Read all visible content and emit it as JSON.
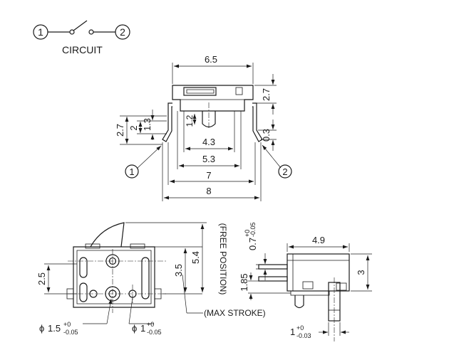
{
  "circuit": {
    "label": "CIRCUIT",
    "pin1": "1",
    "pin2": "2"
  },
  "top_view": {
    "dim_6_5": "6.5",
    "dim_2_7_right": "2.7",
    "dim_2_7_left": "2.7",
    "dim_2": "2",
    "dim_1_3": "1.3",
    "dim_1_2": "1.2",
    "dim_4_3": "4.3",
    "dim_5_3": "5.3",
    "dim_7": "7",
    "dim_8": "8",
    "dim_0_3": "0.3",
    "callout_1": "1",
    "callout_2": "2"
  },
  "bottom_left": {
    "dim_2_5": "2.5",
    "dim_3_5": "3.5",
    "dim_5_4": "5.4",
    "free_position": "(FREE POSITION)",
    "max_stroke": "(MAX STROKE)",
    "hole_big_phi": "ϕ",
    "hole_big_nom": "1.5",
    "hole_big_tol_up": "+0",
    "hole_big_tol_dn": "-0.05",
    "hole_small_phi": "ϕ",
    "hole_small_nom": "1",
    "hole_small_tol_up": "+0",
    "hole_small_tol_dn": "-0.05"
  },
  "side_view": {
    "dim_0_7": "0.7",
    "dim_0_7_tol_up": "+0",
    "dim_0_7_tol_dn": "-0.05",
    "dim_4_9": "4.9",
    "dim_1_85": "1.85",
    "dim_3": "3",
    "dim_1_nom": "1",
    "dim_1_tol_up": "+0",
    "dim_1_tol_dn": "-0.03"
  }
}
